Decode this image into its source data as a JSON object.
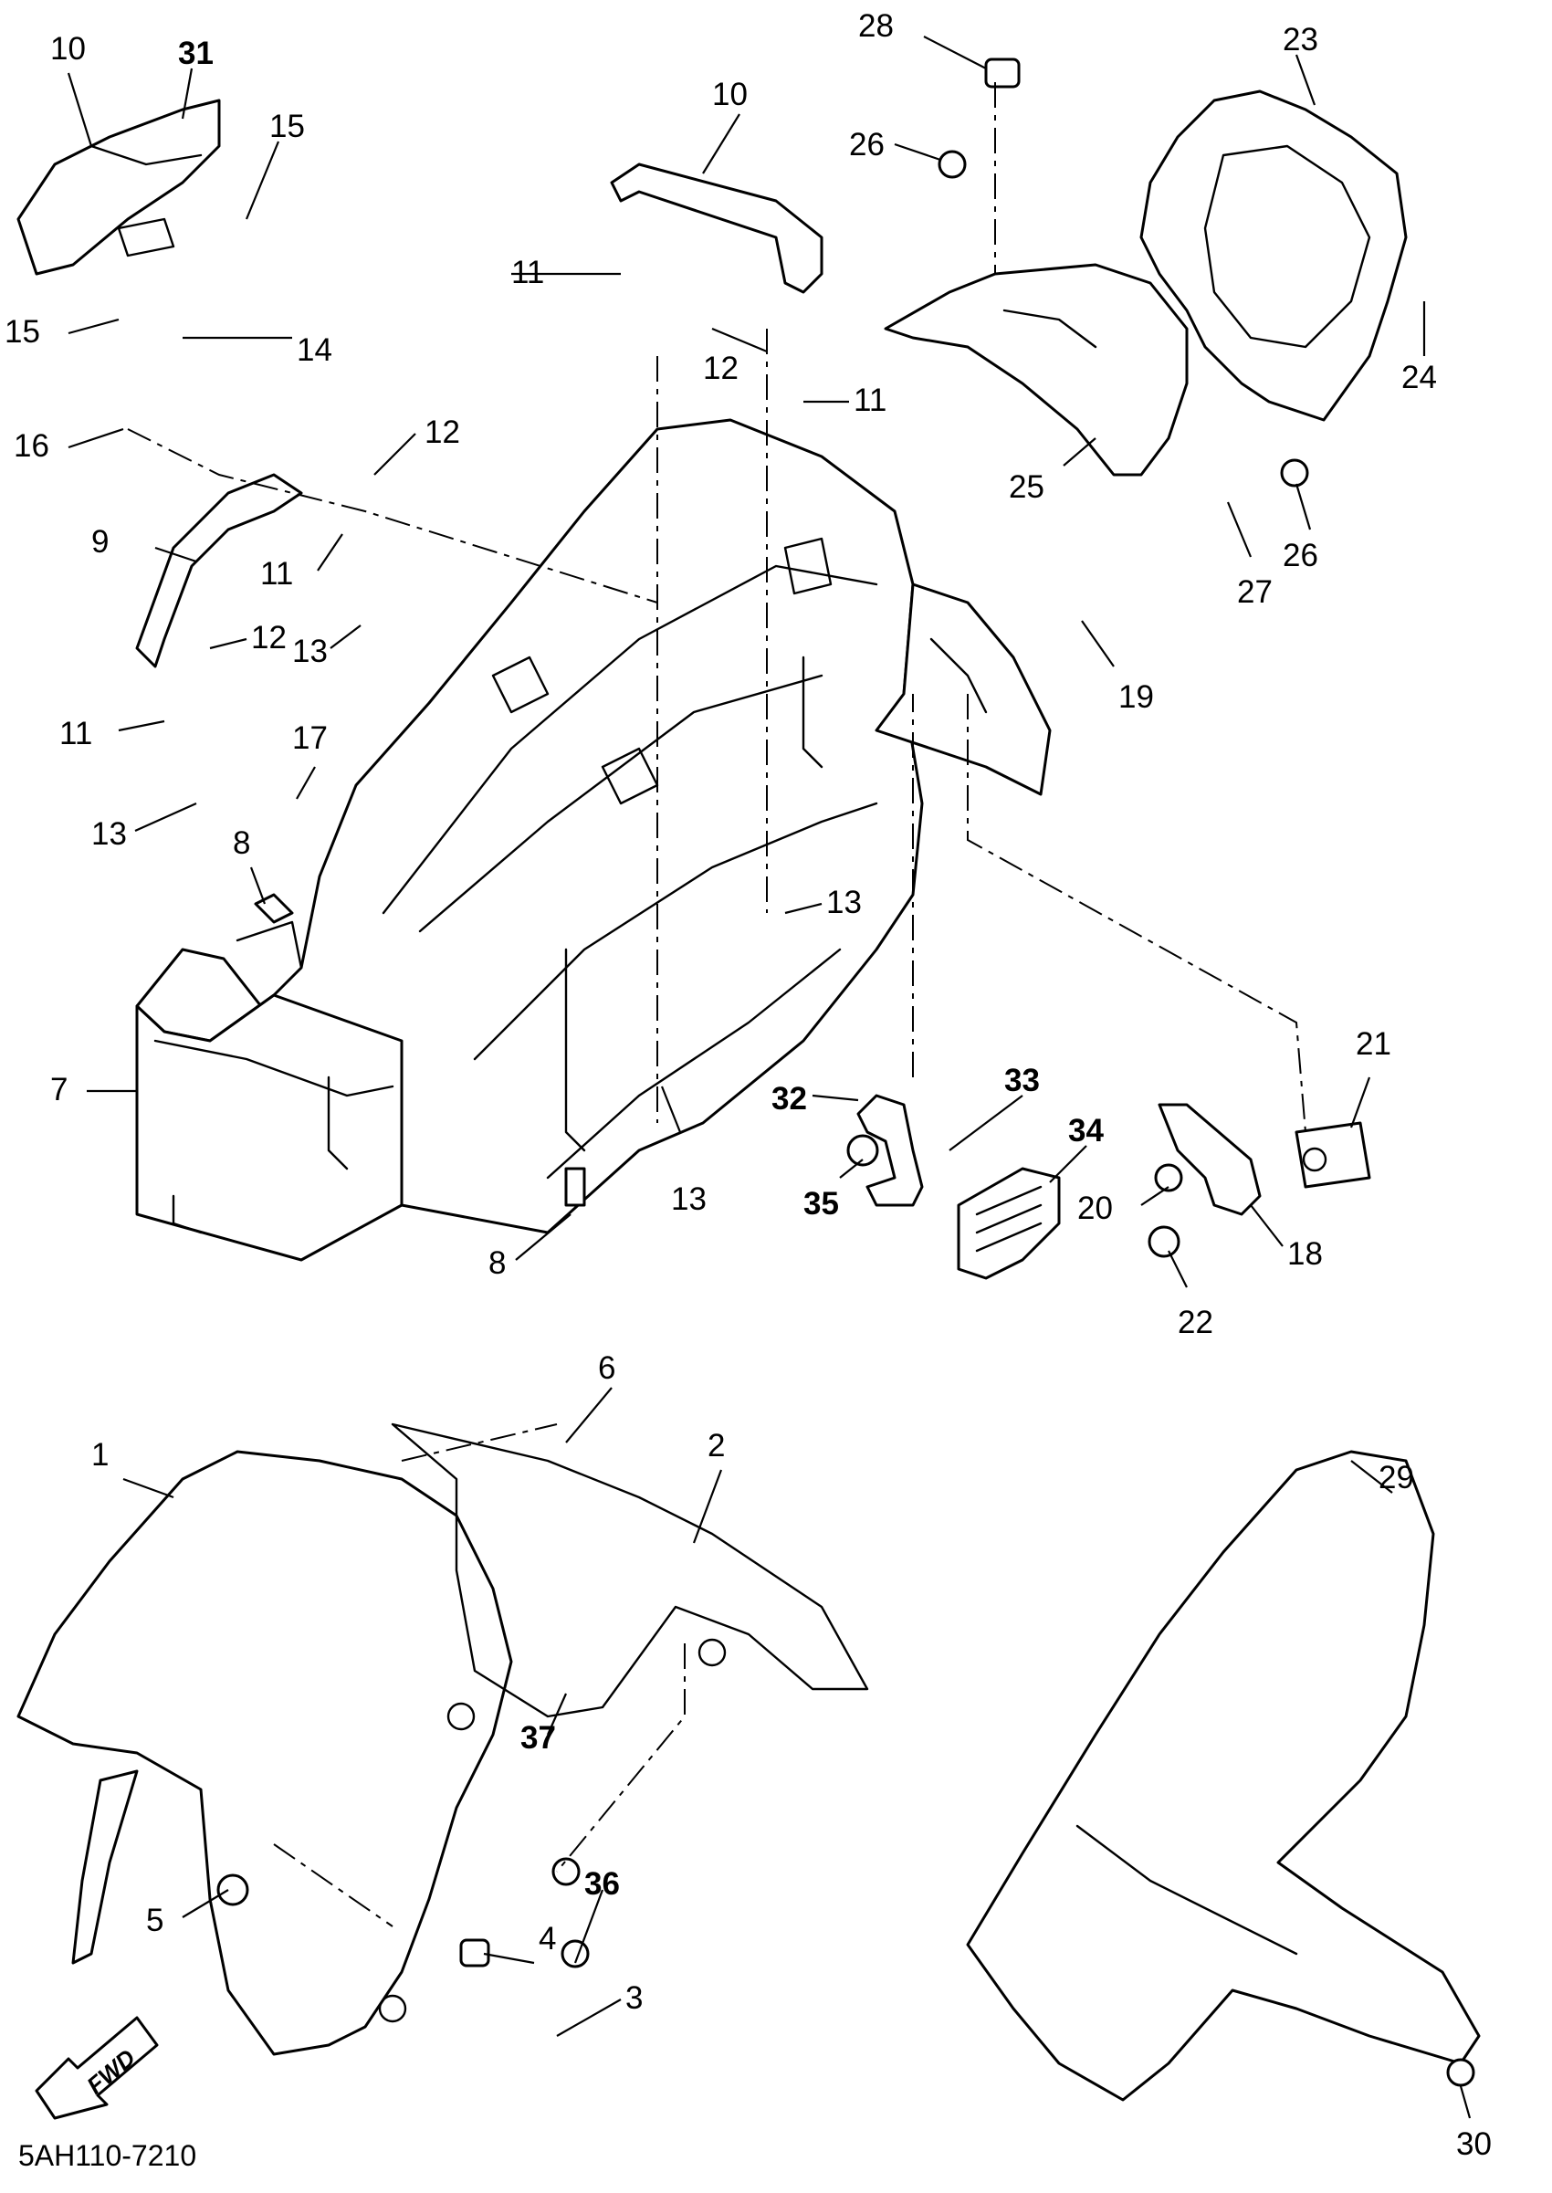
{
  "diagram": {
    "drawing_code": "5AH110-7210",
    "direction_label": "FWD",
    "callouts": [
      {
        "id": "c1",
        "label": "1"
      },
      {
        "id": "c2",
        "label": "2"
      },
      {
        "id": "c3",
        "label": "3"
      },
      {
        "id": "c4",
        "label": "4"
      },
      {
        "id": "c5",
        "label": "5"
      },
      {
        "id": "c6",
        "label": "6"
      },
      {
        "id": "c7",
        "label": "7"
      },
      {
        "id": "c8a",
        "label": "8"
      },
      {
        "id": "c8b",
        "label": "8"
      },
      {
        "id": "c9",
        "label": "9"
      },
      {
        "id": "c10a",
        "label": "10"
      },
      {
        "id": "c10b",
        "label": "10"
      },
      {
        "id": "c11a",
        "label": "11"
      },
      {
        "id": "c11b",
        "label": "11"
      },
      {
        "id": "c11c",
        "label": "11"
      },
      {
        "id": "c11d",
        "label": "11"
      },
      {
        "id": "c12a",
        "label": "12"
      },
      {
        "id": "c12b",
        "label": "12"
      },
      {
        "id": "c12c",
        "label": "12"
      },
      {
        "id": "c13a",
        "label": "13"
      },
      {
        "id": "c13b",
        "label": "13"
      },
      {
        "id": "c13c",
        "label": "13"
      },
      {
        "id": "c13d",
        "label": "13"
      },
      {
        "id": "c14",
        "label": "14"
      },
      {
        "id": "c15a",
        "label": "15"
      },
      {
        "id": "c15b",
        "label": "15"
      },
      {
        "id": "c16",
        "label": "16"
      },
      {
        "id": "c17",
        "label": "17"
      },
      {
        "id": "c18",
        "label": "18"
      },
      {
        "id": "c19",
        "label": "19"
      },
      {
        "id": "c20",
        "label": "20"
      },
      {
        "id": "c21",
        "label": "21"
      },
      {
        "id": "c22",
        "label": "22"
      },
      {
        "id": "c23",
        "label": "23"
      },
      {
        "id": "c24",
        "label": "24"
      },
      {
        "id": "c25",
        "label": "25"
      },
      {
        "id": "c26a",
        "label": "26"
      },
      {
        "id": "c26b",
        "label": "26"
      },
      {
        "id": "c27",
        "label": "27"
      },
      {
        "id": "c28",
        "label": "28"
      },
      {
        "id": "c29",
        "label": "29"
      },
      {
        "id": "c30",
        "label": "30"
      },
      {
        "id": "c31",
        "label": "31",
        "bold": true
      },
      {
        "id": "c32",
        "label": "32",
        "bold": true
      },
      {
        "id": "c33",
        "label": "33",
        "bold": true
      },
      {
        "id": "c34",
        "label": "34",
        "bold": true
      },
      {
        "id": "c35",
        "label": "35",
        "bold": true
      },
      {
        "id": "c36",
        "label": "36",
        "bold": true
      },
      {
        "id": "c37",
        "label": "37",
        "bold": true
      }
    ]
  }
}
